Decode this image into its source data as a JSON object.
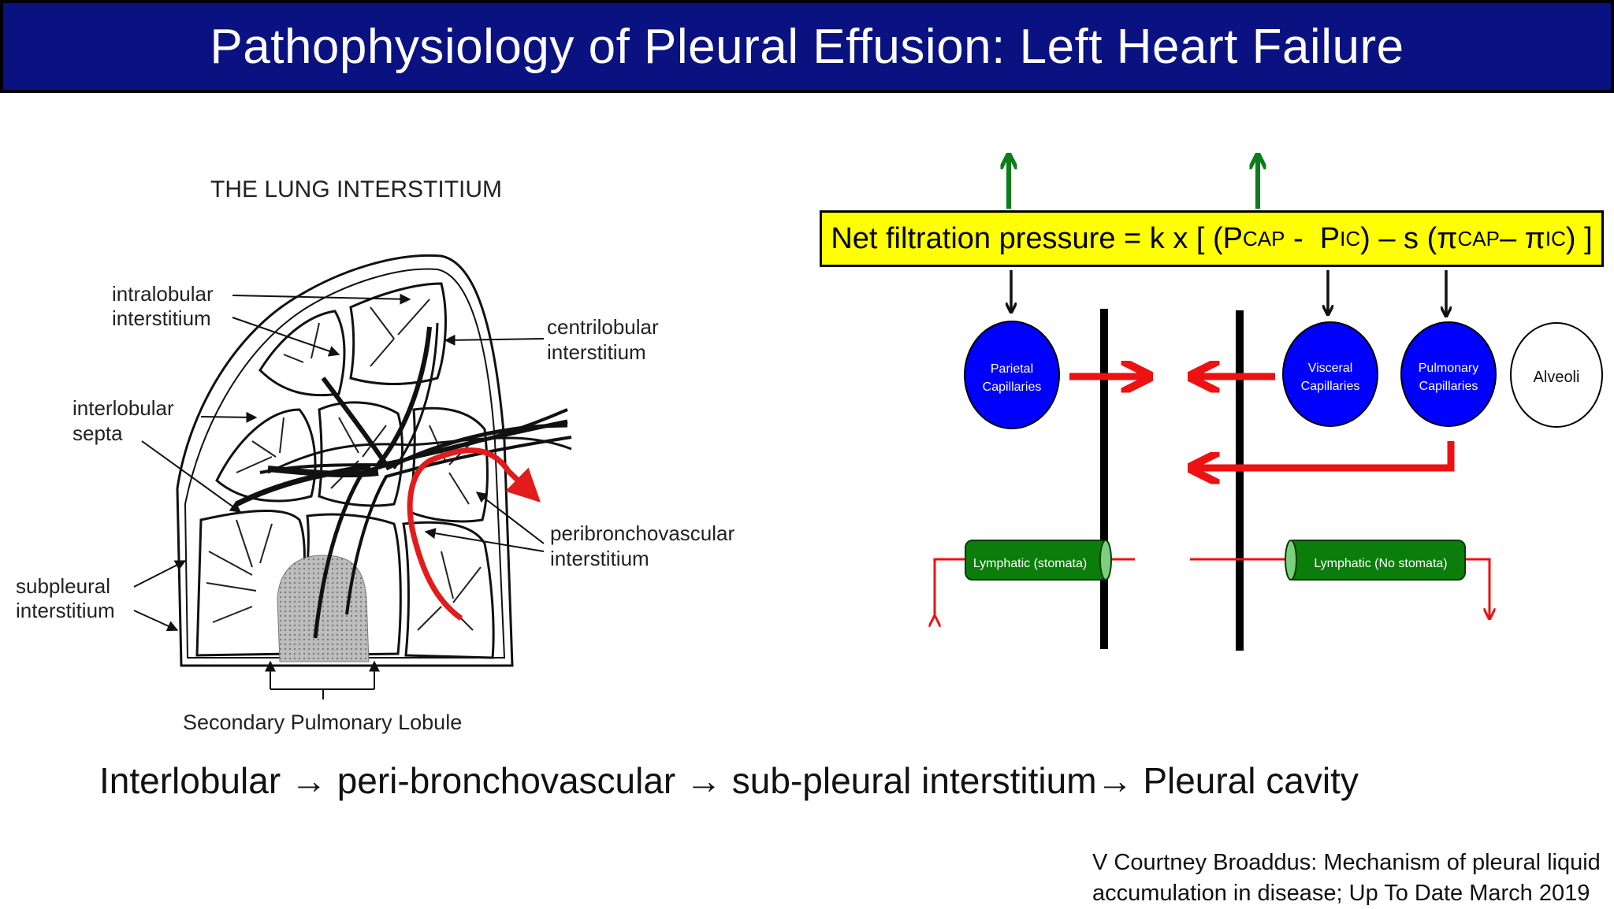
{
  "slide": {
    "title": "Pathophysiology of Pleural Effusion: Left Heart Failure"
  },
  "lung_figure": {
    "heading": "THE LUNG INTERSTITIUM",
    "labels": {
      "intralobular": [
        "intralobular",
        "interstitium"
      ],
      "centrilobular": [
        "centrilobular",
        "interstitium"
      ],
      "interlobular": [
        "interlobular",
        "septa"
      ],
      "peribronchovascular": [
        "peribronchovascular",
        "interstitium"
      ],
      "subpleural": [
        "subpleural",
        "interstitium"
      ]
    },
    "caption": "Secondary Pulmonary Lobule"
  },
  "starling": {
    "formula": {
      "lead": "Net filtration pressure = k x [ (P",
      "sub1": "CAP",
      "mid1": " -  P",
      "sub2": "IC",
      "mid2": ") – s (π",
      "sub3": "CAP",
      "mid3": " – π",
      "sub4": "IC",
      "tail": ") ]"
    },
    "nodes": {
      "parietal": [
        "Parietal",
        "Capillaries"
      ],
      "visceral": [
        "Visceral",
        "Capillaries"
      ],
      "pulmonary": [
        "Pulmonary",
        "Capillaries"
      ],
      "alveoli": "Alveoli"
    },
    "lymphatics": {
      "left": "Lymphatic (stomata)",
      "right": "Lymphatic (No stomata)"
    },
    "colors": {
      "capillary_fill": "#0000ff",
      "lymphatic_fill": "#0b7d0b",
      "flow_arrow": "#ee1111",
      "up_arrow": "#0b7d1b",
      "formula_bg": "#ffff00",
      "title_bg": "#0a1282"
    }
  },
  "pathway": "Interlobular → peri-bronchovascular → sub-pleural interstitium→ Pleural cavity",
  "citation": [
    "V Courtney Broaddus: Mechanism of pleural liquid",
    "accumulation in disease; Up To Date March 2019"
  ]
}
